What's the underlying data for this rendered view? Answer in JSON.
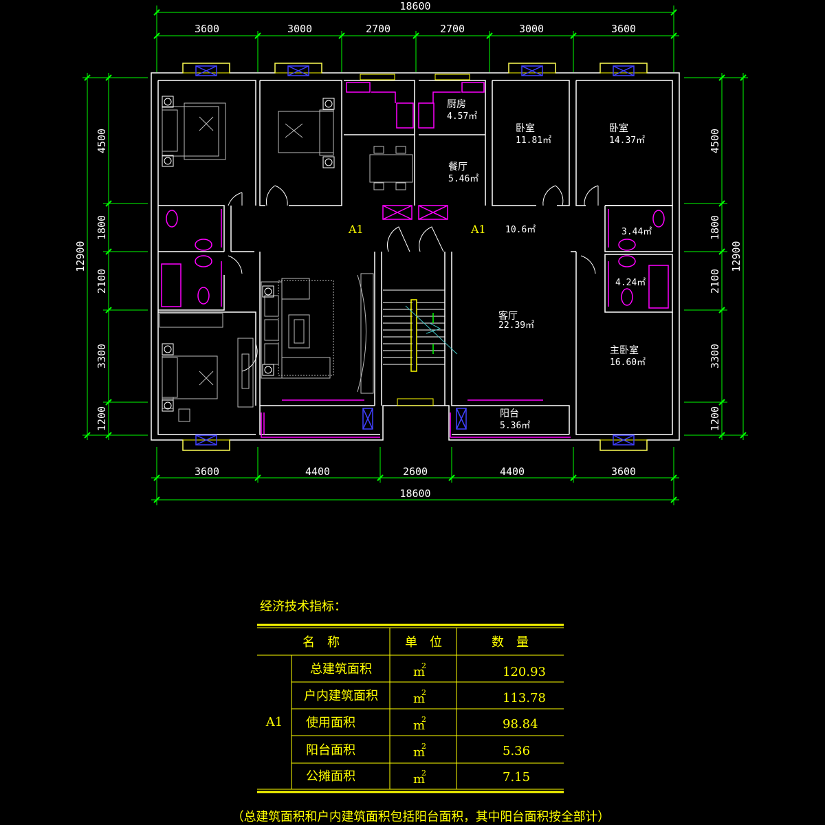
{
  "dimensions": {
    "top_total": "18600",
    "top_segments": [
      "3600",
      "3000",
      "2700",
      "2700",
      "3000",
      "3600"
    ],
    "bottom_segments": [
      "3600",
      "4400",
      "2600",
      "4400",
      "3600"
    ],
    "bottom_total": "18600",
    "left_total": "12900",
    "left_segments": [
      "4500",
      "1800",
      "2100",
      "3300",
      "1200"
    ],
    "right_total": "12900",
    "right_segments": [
      "4500",
      "1800",
      "2100",
      "3300",
      "1200"
    ]
  },
  "rooms": {
    "kitchen": {
      "name": "厨房",
      "area": "4.57㎡"
    },
    "bedroom_1": {
      "name": "卧室",
      "area": "11.81㎡"
    },
    "bedroom_2": {
      "name": "卧室",
      "area": "14.37㎡"
    },
    "dining": {
      "name": "餐厅",
      "area": "5.46㎡"
    },
    "hall_area": "10.6㎡",
    "bath_1_area": "3.44㎡",
    "bath_2_area": "4.24㎡",
    "living": {
      "name": "客厅",
      "area": "22.39㎡"
    },
    "master": {
      "name": "主卧室",
      "area": "16.60㎡"
    },
    "balcony": {
      "name": "阳台",
      "area": "5.36㎡"
    },
    "unit_left": "A1",
    "unit_right": "A1"
  },
  "table": {
    "title": "经济技术指标：",
    "headers": [
      "名　称",
      "单　位",
      "数　量"
    ],
    "group": "A1",
    "rows": [
      {
        "name": "总建筑面积",
        "unit": "m",
        "sup": "2",
        "value": "120.93"
      },
      {
        "name": "户内建筑面积",
        "unit": "m",
        "sup": "2",
        "value": "113.78"
      },
      {
        "name": "使用面积",
        "unit": "m",
        "sup": "2",
        "value": "98.84"
      },
      {
        "name": "阳台面积",
        "unit": "m",
        "sup": "2",
        "value": "5.36"
      },
      {
        "name": "公摊面积",
        "unit": "m",
        "sup": "2",
        "value": "7.15"
      }
    ],
    "note": "（总建筑面积和户内建筑面积包括阳台面积，其中阳台面积按全部计）"
  },
  "colors": {
    "background": "#000000",
    "wall": "#ffffff",
    "dimension": "#00ff00",
    "window": "#ffff00",
    "fixture": "#ff00ff",
    "text": "#ffffff",
    "table": "#ffff00",
    "accent_blue": "#4040ff"
  }
}
